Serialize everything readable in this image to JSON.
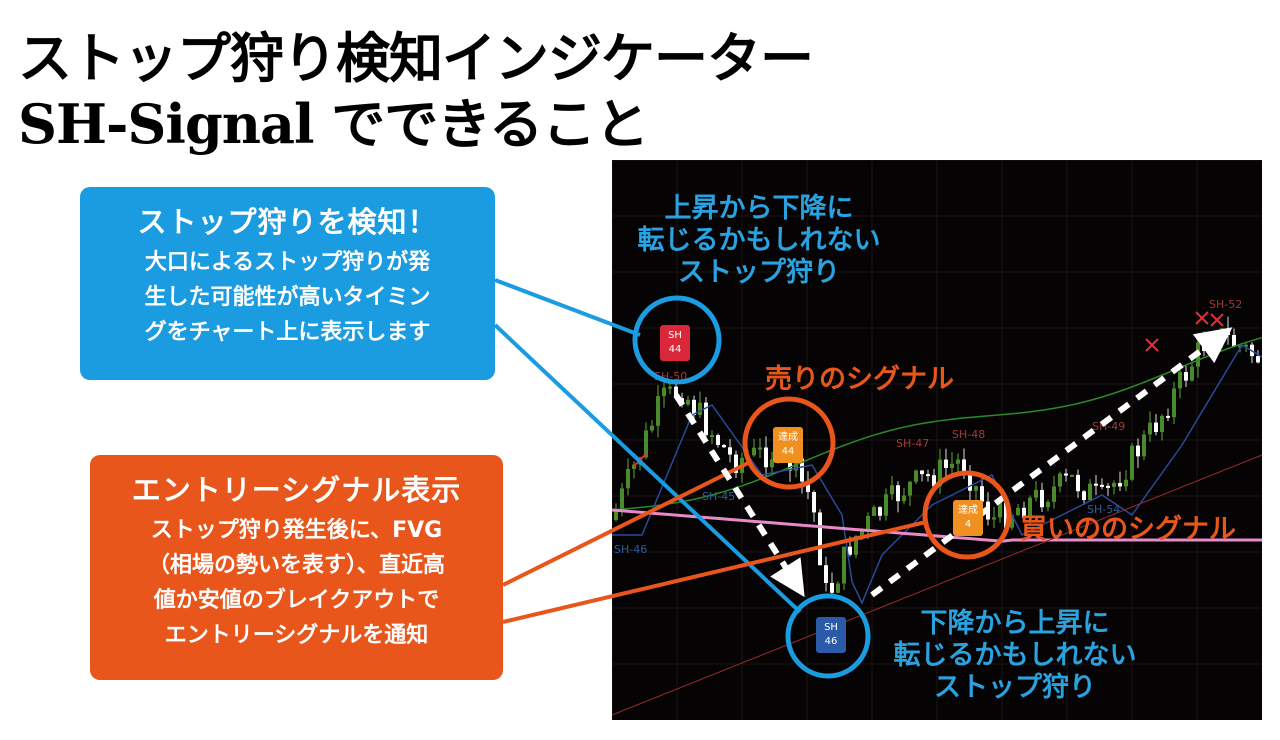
{
  "title": {
    "line1": "ストップ狩り検知インジケーター",
    "line2": "SH-Signal でできること"
  },
  "detect_box": {
    "title": "ストップ狩りを検知！",
    "lines": [
      "大口によるストップ狩りが発",
      "生した可能性が高いタイミン",
      "グをチャート上に表示します"
    ]
  },
  "entry_box": {
    "title": "エントリーシグナル表示",
    "lines": [
      "ストップ狩り発生後に、FVG",
      "（相場の勢いを表す）、直近高",
      "値か安値のブレイクアウトで",
      "エントリーシグナルを通知"
    ]
  },
  "annotations": {
    "up_to_down": [
      "上昇から下降に",
      "転じるかもしれない",
      "ストップ狩り"
    ],
    "sell": "売りのシグナル",
    "buy": "買いののシグナル",
    "down_to_up": [
      "下降から上昇に",
      "転じるかもしれない",
      "ストップ狩り"
    ]
  },
  "markers": {
    "sh_sell": {
      "line1": "SH",
      "line2": "44"
    },
    "fill_sell": {
      "line1": "達成",
      "line2": "44"
    },
    "fill_buy": {
      "line1": "達成",
      "line2": "4"
    },
    "sh_buy": {
      "line1": "SH",
      "line2": "46"
    }
  },
  "chart_labels": [
    "SH-50",
    "SH-47",
    "SH-48",
    "SH-49",
    "SH-52",
    "SH-45",
    "SH-46",
    "SH-54"
  ],
  "colors": {
    "blue": "#1b9be0",
    "orange": "#e8561b",
    "chart_bg": "#050303"
  }
}
